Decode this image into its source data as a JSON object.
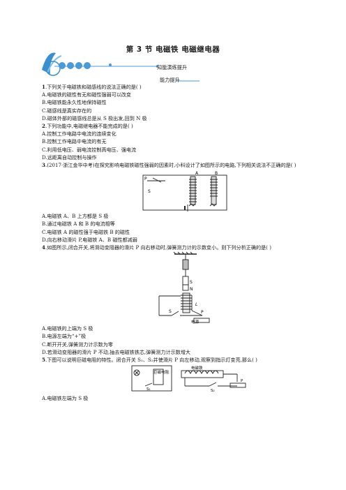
{
  "title": "第 3 节  电磁铁  电磁继电器",
  "sections": {
    "s1": "知能演练提升",
    "s2": "能力提升"
  },
  "q1": {
    "num": "1",
    "stem": ".下列关于电磁铁和磁感线的说法正确的是(      )",
    "A": "A.电磁铁的磁性有无和磁性强弱可以改变",
    "B": "B.电磁铁能永久性地保持磁性",
    "C": "C.磁感线是真实存在的",
    "D": "D.磁体外部的磁感线总是从 S 极出发,回到 N 极"
  },
  "q2": {
    "num": "2",
    "stem": ".下列功能中,电磁继电器不能完成的是(      )",
    "A": "A.控制工作电路中电流的连续变化",
    "B": "B.控制工作电路中电流的有无",
    "C": "C.利用低电压、弱电流控制高电压、强电流",
    "D": "D.远距离自动控制与操作"
  },
  "q3": {
    "num": "3",
    "stem": ".(2017·浙江金华中考)在探究影响电磁铁磁性强弱的因素时,小科设计了如图所示的电路,下列相关说法不正确的是(      )",
    "A": "A.电磁铁 A、B 上方都是 S 极",
    "B": "B.通过电磁铁 A 和 B 的电流相等",
    "C": "C.电磁铁 A 的磁性强于电磁铁 B 的磁性",
    "D": "D.向右移动滑片 P,电磁铁 A、B 磁性都减弱",
    "fig": {
      "labelA": "A",
      "labelB": "B",
      "labelP": "P",
      "labelS": "S"
    }
  },
  "q4": {
    "num": "4",
    "stem": ".如图所示,闭合开关,将滑动变阻器的滑片 P 向右移动时,弹簧测力计的示数变小。则下列分析正确的是(      )",
    "A": "A.电磁铁的上端为 S 极",
    "B": "B.电源左端为“+”极",
    "C": "C.断开开关,弹簧测力计示数为零",
    "D": "D.若滑动变阻器的滑片 P 不动,抽去电磁铁铁芯,弹簧测力计示数增大",
    "fig": {
      "labelS": "S",
      "labelN": "N",
      "labelL": "L",
      "labelSw": "S",
      "labelP": "P",
      "labelPower": "电源"
    }
  },
  "q5": {
    "num": "5",
    "stem": ".下图可以说明巨磁电阻的特性。闭合开关 S₁、S₂并使滑片 P 向左移动,观察到指示灯变亮,那么(      )",
    "A": "A.电磁铁左端为 S 极",
    "fig": {
      "gmr": "巨磁电阻",
      "magnet": "电磁铁",
      "labelS1": "S₁",
      "labelS2": "S₂",
      "labelP": "P"
    }
  }
}
